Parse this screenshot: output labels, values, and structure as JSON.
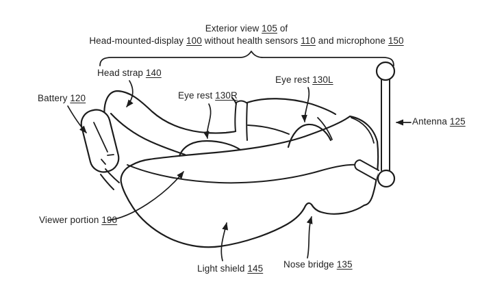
{
  "figure": {
    "kind": "patent-line-drawing",
    "title_line1": [
      "Exterior view ",
      "105",
      " of"
    ],
    "title_line2": [
      "Head-mounted-display ",
      "100",
      " without health sensors ",
      "110",
      " and microphone ",
      "150"
    ],
    "colors": {
      "ink": "#1c1c1c",
      "background": "#ffffff"
    }
  },
  "labels": {
    "head_strap": {
      "text": "Head strap ",
      "num": "140"
    },
    "battery": {
      "text": "Battery ",
      "num": "120"
    },
    "eye_rest_right": {
      "text": "Eye rest ",
      "num": "130R"
    },
    "eye_rest_left": {
      "text": "Eye rest ",
      "num": "130L"
    },
    "antenna": {
      "text": "Antenna ",
      "num": "125"
    },
    "viewer_portion": {
      "text": "Viewer portion ",
      "num": "190"
    },
    "light_shield": {
      "text": "Light shield ",
      "num": "145"
    },
    "nose_bridge": {
      "text": "Nose bridge ",
      "num": "135"
    }
  }
}
